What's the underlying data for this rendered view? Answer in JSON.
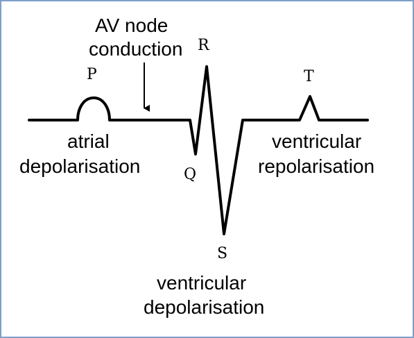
{
  "colors": {
    "border": "#7f9fcb",
    "trace": "#000000",
    "text": "#000000"
  },
  "waves": {
    "p": "P",
    "q": "Q",
    "r": "R",
    "s": "S",
    "t": "T"
  },
  "annotations": {
    "av_node_line1": "AV node",
    "av_node_line2": "conduction",
    "atrial_line1": "atrial",
    "atrial_line2": "depolarisation",
    "ventricular_repol_line1": "ventricular",
    "ventricular_repol_line2": "repolarisation",
    "ventricular_depol_line1": "ventricular",
    "ventricular_depol_line2": "depolarisation"
  }
}
